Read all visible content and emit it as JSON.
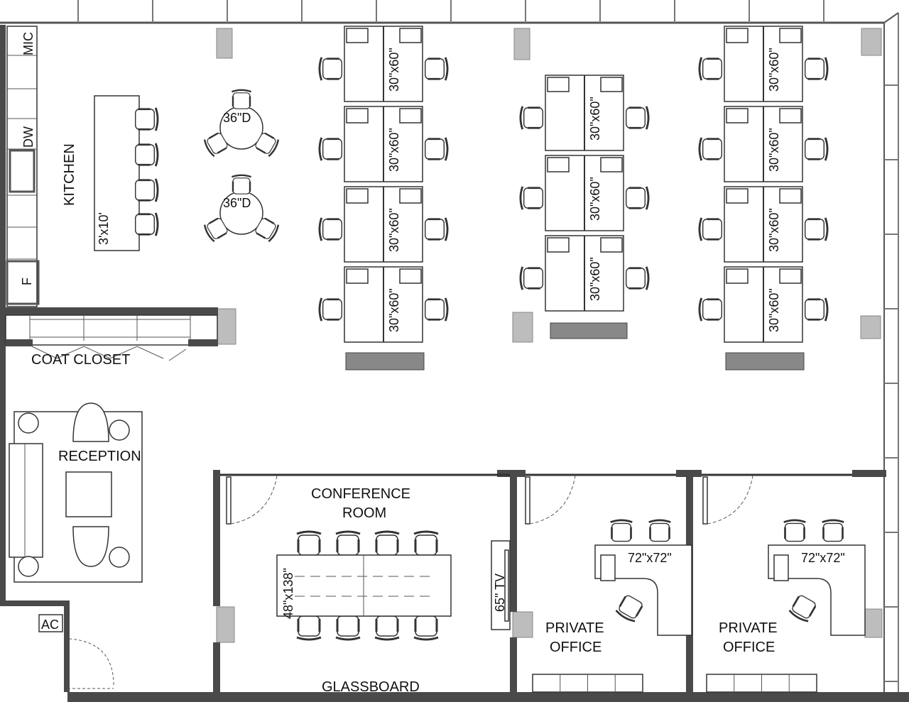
{
  "title": "Office floor plan",
  "rooms": {
    "kitchen": "KITCHEN",
    "coat_closet": "COAT CLOSET",
    "reception": "RECEPTION",
    "conference_line1": "CONFERENCE",
    "conference_line2": "ROOM",
    "glassboard": "GLASSBOARD",
    "private_office_line1": "PRIVATE",
    "private_office_line2": "OFFICE"
  },
  "appliances": {
    "microwave": "MIC",
    "dishwasher": "DW",
    "fridge": "F",
    "ac": "AC"
  },
  "dimensions": {
    "island": "3'x10'",
    "round_table": "36\"D",
    "workstation": "30\"x60\"",
    "conference_table": "48\"x138\"",
    "tv": "65\" TV",
    "office_desk": "72\"x72\""
  },
  "workstation_counts": {
    "left_column": 4,
    "middle_column": 3,
    "right_column": 4
  },
  "colors": {
    "wall": "#4a4a4a",
    "column": "#bdbdbd",
    "line": "#333333"
  }
}
